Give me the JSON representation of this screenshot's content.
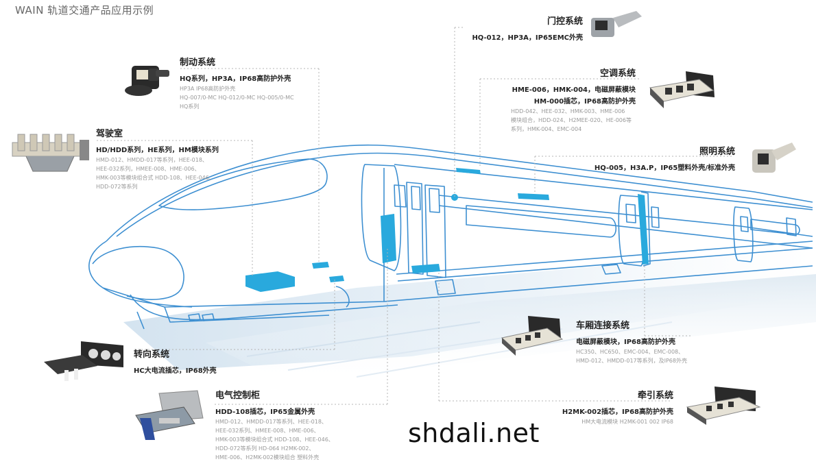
{
  "header": {
    "title": "WAIN 轨道交通产品应用示例"
  },
  "watermark": "shdali.net",
  "systems": {
    "brake": {
      "title": "制动系统",
      "subtitle": "HQ系列，HP3A，IP68高防护外壳",
      "details": [
        "HP3A IP68高防护外壳",
        "HQ-007/0-MC HQ-012/0-MC  HQ-005/0-MC",
        "HQ系列"
      ]
    },
    "cab": {
      "title": "驾驶室",
      "subtitle": "HD/HDD系列，HE系列，HM模块系列",
      "details": [
        "HMD-012、HMDD-017等系列，HEE-018、",
        "HEE-032系列，HMEE-008、HME-006、",
        "HMK-003等模块组合式  HDD-108、HEE-046、",
        "HDD-072等系列"
      ]
    },
    "door": {
      "title": "门控系统",
      "subtitle": "HQ-012，HP3A，IP65EMC外壳"
    },
    "hvac": {
      "title": "空调系统",
      "subtitle": "HME-006，HMK-004，电磁屏蔽模块",
      "subtitle2": "HM-000插芯，IP68高防护外壳",
      "details": [
        "HDD-042、HEE-032、HMK-003、HME-006",
        "模块组合，HDD-024、H2MEE-020、HE-006等",
        "系列，HMK-004、EMC-004"
      ]
    },
    "lighting": {
      "title": "照明系统",
      "subtitle": "HQ-005，H3A.P，IP65塑料外壳/标准外壳"
    },
    "intercar": {
      "title": "车厢连接系统",
      "subtitle": "电磁屏蔽模块，IP68高防护外壳",
      "details": [
        "HC350、HC650、EMC-004、EMC-008、",
        "HMD-012、HMDD-017等系列，及IP68外壳"
      ]
    },
    "bogie": {
      "title": "转向系统",
      "subtitle": "HC大电流插芯，IP68外壳"
    },
    "cabinet": {
      "title": "电气控制柜",
      "subtitle": "HDD-108插芯，IP65金属外壳",
      "details": [
        "HMD-012、HMDD-017等系列、HEE-018、",
        "HEE-032系列、HMEE-008、HME-006、",
        "HMK-003等模块组合式 HDD-108、HEE-046、",
        "HDD-072等系列 HD-064 H2MK-002、",
        "HME-006、H2MK-002模块组合 塑料外壳"
      ]
    },
    "traction": {
      "title": "牵引系统",
      "subtitle": "H2MK-002插芯，IP68高防护外壳",
      "details": [
        "HM大电流模块 H2MK-001 002  IP68"
      ]
    }
  },
  "colors": {
    "outline": "#3d8fd1",
    "highlight": "#29a9dd",
    "leader": "#b4b4b4"
  }
}
